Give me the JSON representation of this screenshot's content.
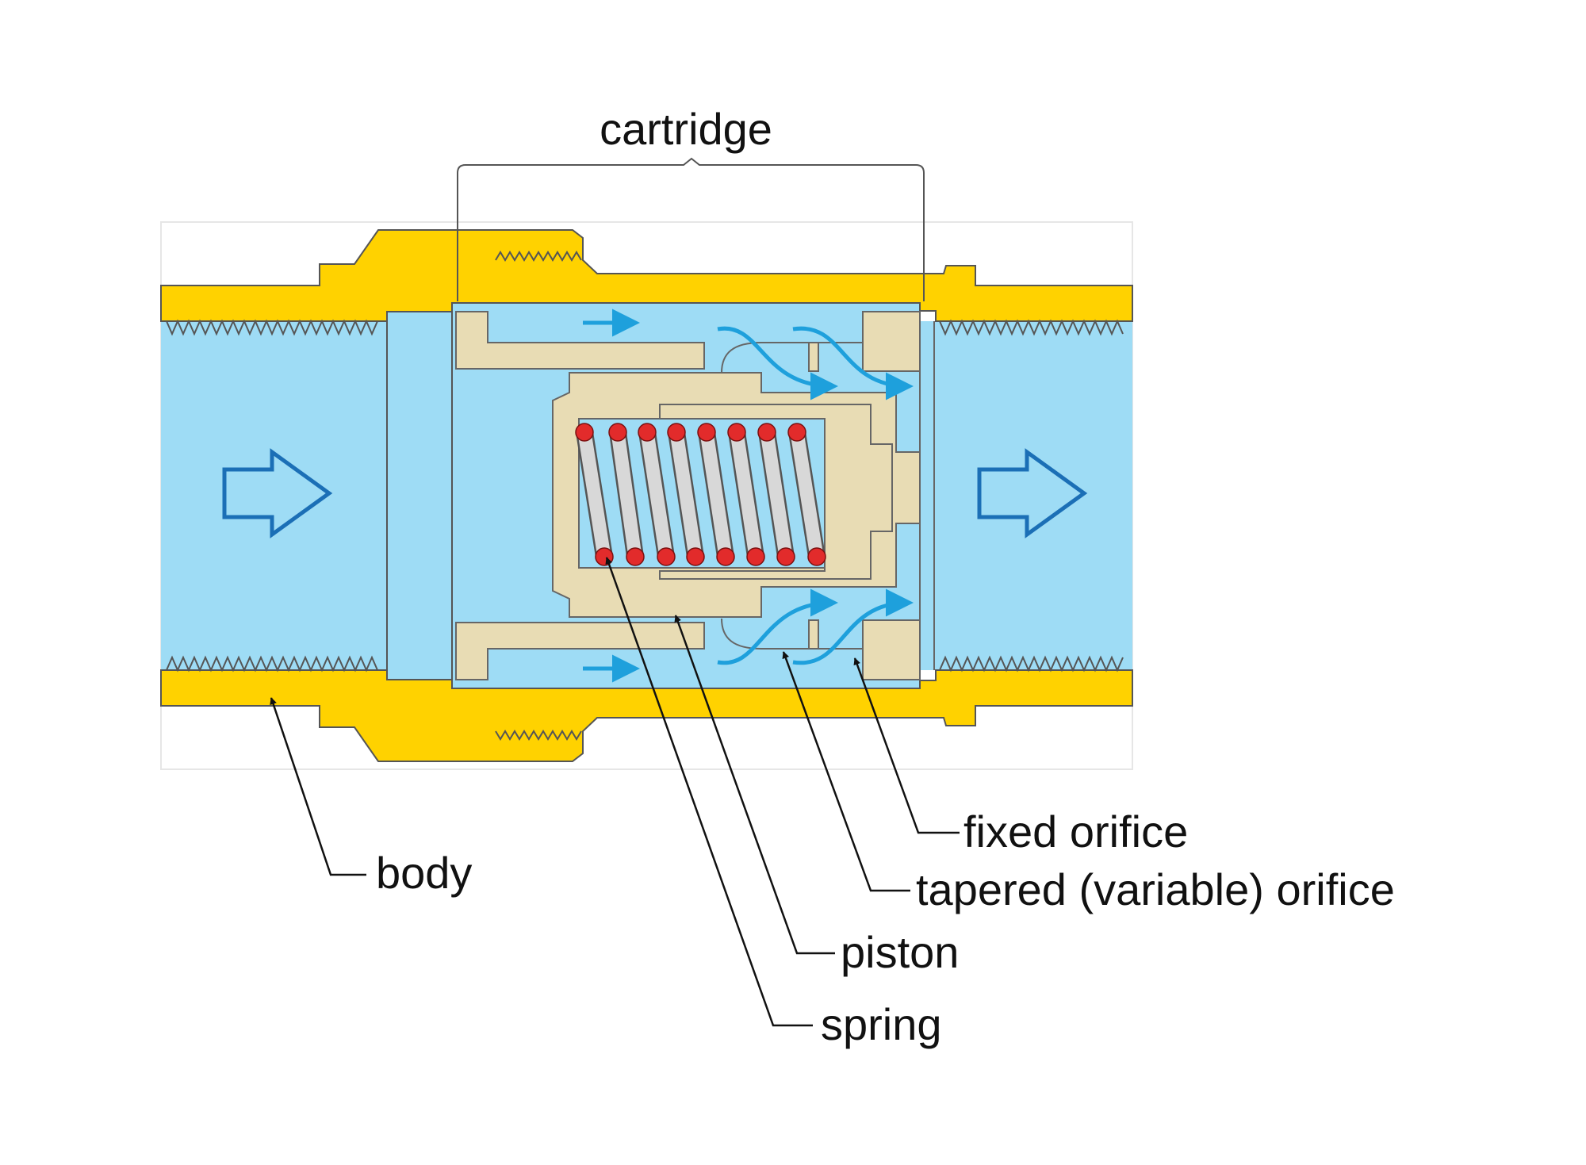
{
  "labels": {
    "cartridge": "cartridge",
    "body": "body",
    "fixed_orifice": "fixed orifice",
    "tapered_orifice": "tapered (variable) orifice",
    "piston": "piston",
    "spring": "spring"
  },
  "colors": {
    "body_brass": "#FFD200",
    "fluid": "#9EDCF5",
    "cartridge_parts": "#E8DCB4",
    "spring_coil": "#D8D8D8",
    "spring_section": "#E22B2B",
    "flow_arrow": "#1EA0DC",
    "big_arrow_outline": "#1B6FB6",
    "leader_line": "#111111"
  },
  "icons": {
    "flow_direction": "arrow-right-outline-icon",
    "local_flow": "small-arrow-icon"
  }
}
